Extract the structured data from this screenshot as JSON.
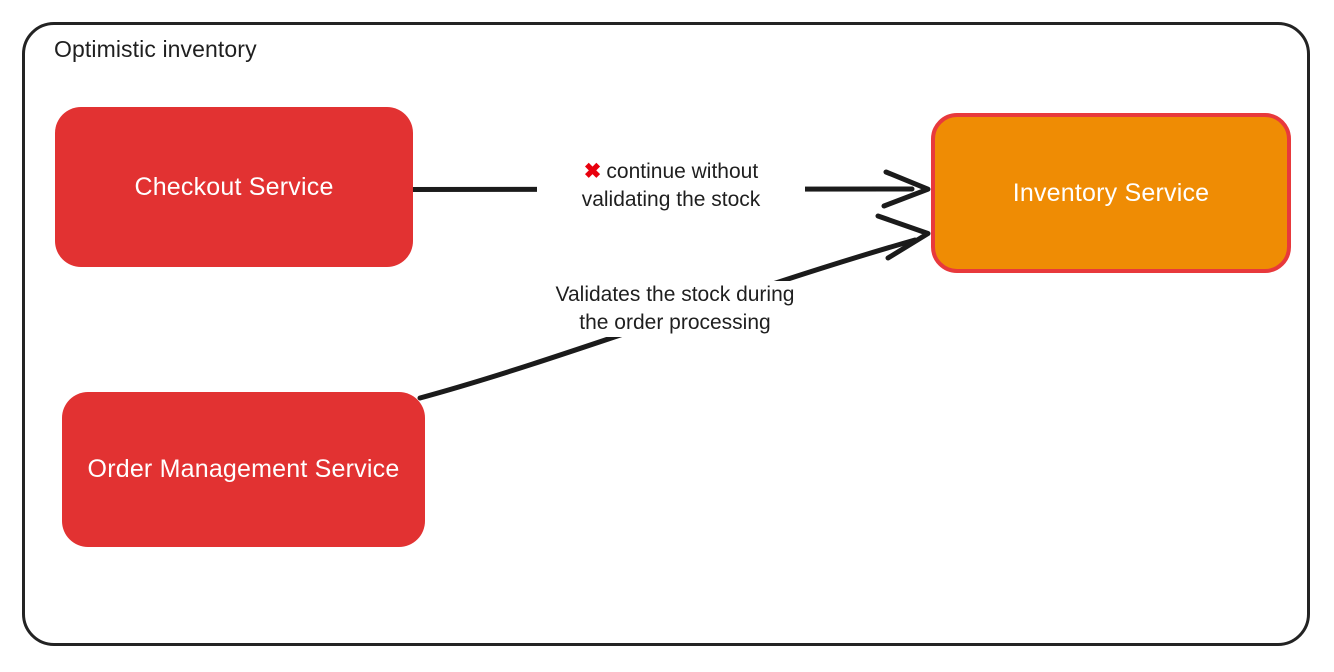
{
  "diagram": {
    "title": "Optimistic inventory",
    "colors": {
      "service_red": "#E23232",
      "service_orange": "#EF8C04",
      "highlight_border": "#E8393C",
      "container_border": "#232323",
      "arrow": "#1b1b1b",
      "cross_mark": "#E8000D",
      "node_text": "#FFFFFF"
    },
    "nodes": [
      {
        "id": "checkout",
        "label": "Checkout Service",
        "style": "red"
      },
      {
        "id": "orders",
        "label": "Order Management Service",
        "style": "red"
      },
      {
        "id": "inventory",
        "label": "Inventory Service",
        "style": "orange"
      }
    ],
    "edges": [
      {
        "id": "checkout-to-inventory",
        "from": "checkout",
        "to": "inventory",
        "icon": "cross-mark-icon",
        "icon_glyph": "✖",
        "label_line1": "continue without",
        "label_line2": "validating the stock"
      },
      {
        "id": "orders-to-inventory",
        "from": "orders",
        "to": "inventory",
        "label_line1": "Validates the stock during",
        "label_line2": "the order processing"
      }
    ]
  }
}
